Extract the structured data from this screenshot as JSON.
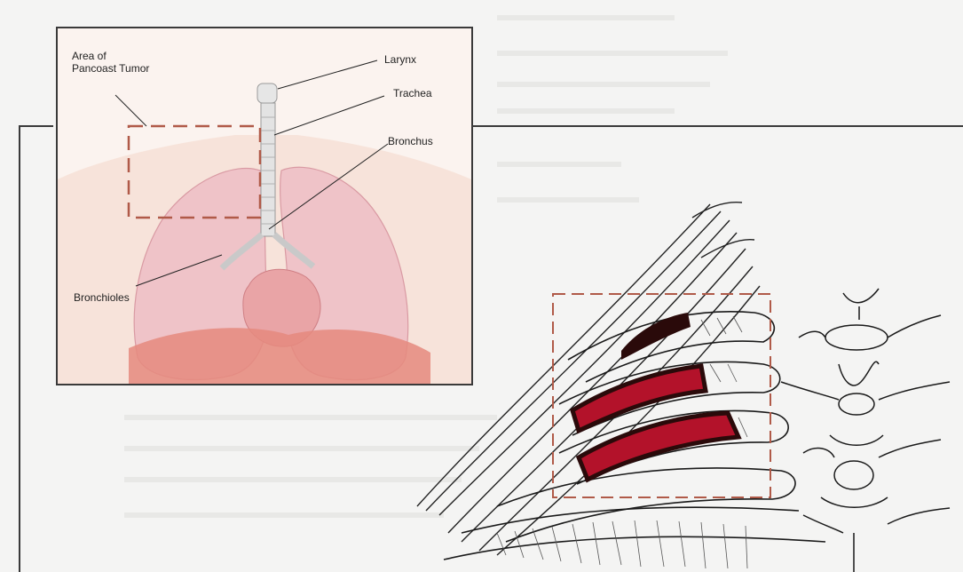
{
  "inset": {
    "labels": {
      "tumor_area": "Area of\nPancoast Tumor",
      "larynx": "Larynx",
      "trachea": "Trachea",
      "bronchus": "Bronchus",
      "bronchioles": "Bronchioles"
    }
  },
  "colors": {
    "page_bg": "#f4f4f3",
    "frame": "#3a3a3a",
    "inset_bg": "#fbf3ef",
    "lung": "#efc3c8",
    "heart": "#e9a4a6",
    "diaphragm": "#e58a7e",
    "dashed_box": "#b05a48",
    "tumor_fill": "#b3122a",
    "tumor_outline": "#2a0a0a"
  },
  "icons": {
    "lungs": "lungs-illustration",
    "trachea": "trachea-illustration",
    "ribcage": "ribcage-sketch",
    "spine": "spine-sketch",
    "nerves": "nerve-fibers-sketch"
  }
}
